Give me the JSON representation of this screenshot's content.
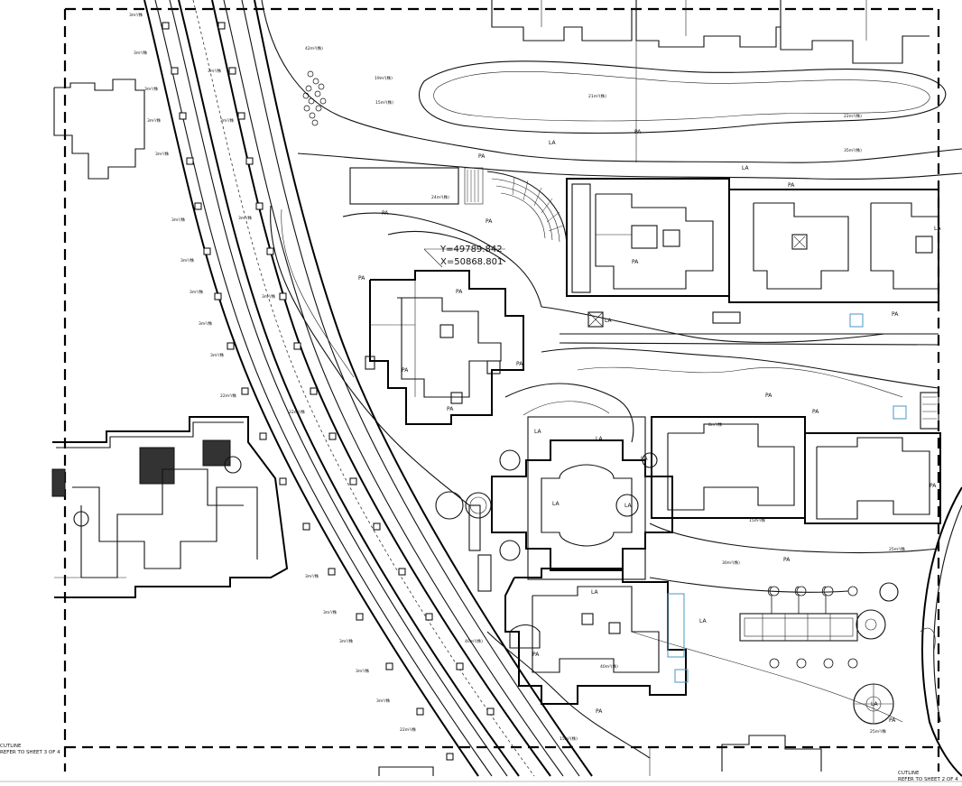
{
  "coordinates": {
    "y": "Y=49789.842",
    "x": "X=50868.801"
  },
  "sheet_references": {
    "left_line1": "CUTLINE",
    "left_line2": "REFER TO SHEET 3 OF 4",
    "right_line1": "CUTLINE",
    "right_line2": "REFER TO SHEET 2 OF 4"
  },
  "area_labels": [
    "PA",
    "LA"
  ],
  "colors": {
    "ink": "#111111",
    "paper": "#ffffff"
  }
}
